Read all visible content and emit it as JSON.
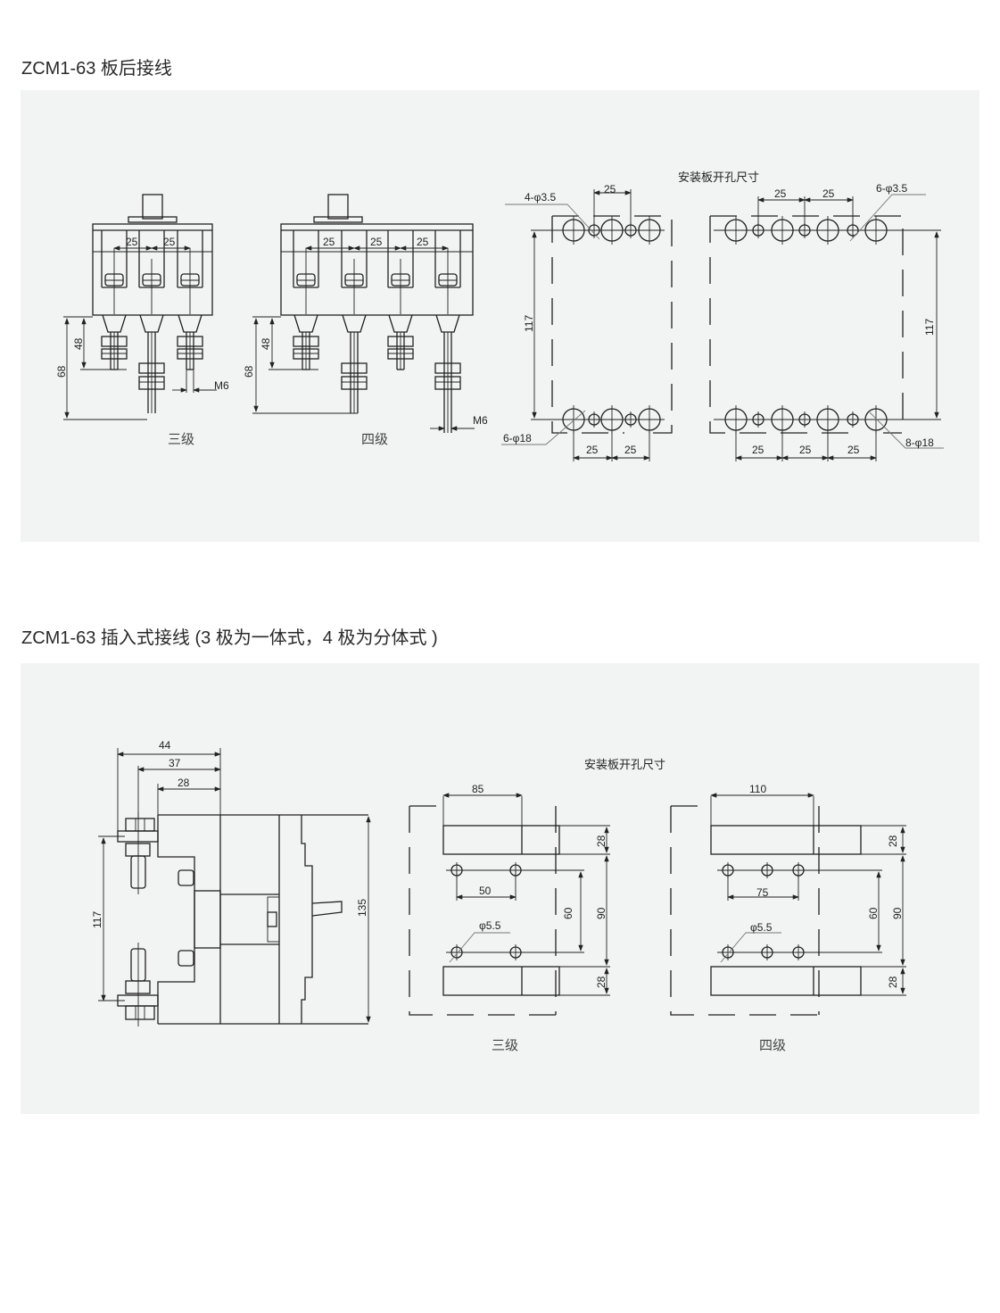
{
  "section1": {
    "title": "ZCM1-63 板后接线",
    "front3": {
      "dim_a": "25",
      "dim_b": "25",
      "dim_48": "48",
      "dim_68": "68",
      "thread": "M6",
      "caption": "三级"
    },
    "front4": {
      "dim_a": "25",
      "dim_b": "25",
      "dim_c": "25",
      "dim_48": "48",
      "dim_68": "68",
      "thread": "M6",
      "caption": "四级"
    },
    "cutout_title": "安装板开孔尺寸",
    "cut3": {
      "top_pitch": "25",
      "small_holes": "4-φ3.5",
      "height": "117",
      "large_holes": "6-φ18",
      "bottom_a": "25",
      "bottom_b": "25"
    },
    "cut4": {
      "top_a": "25",
      "top_b": "25",
      "small_holes": "6-φ3.5",
      "height": "117",
      "bottom_a": "25",
      "bottom_b": "25",
      "bottom_c": "25",
      "large_holes": "8-φ18"
    }
  },
  "section2": {
    "title": "ZCM1-63 插入式接线 (3 极为一体式，4 极为分体式 )",
    "side": {
      "dim_44": "44",
      "dim_37": "37",
      "dim_28": "28",
      "dim_117": "117",
      "dim_135": "135"
    },
    "cutout_title": "安装板开孔尺寸",
    "cut3": {
      "width": "85",
      "top_28": "28",
      "pitch": "50",
      "dim_60": "60",
      "dim_90": "90",
      "hole": "φ5.5",
      "bottom_28": "28",
      "caption": "三级"
    },
    "cut4": {
      "width": "110",
      "top_28": "28",
      "pitch": "75",
      "dim_60": "60",
      "dim_90": "90",
      "hole": "φ5.5",
      "bottom_28": "28",
      "caption": "四级"
    }
  },
  "colors": {
    "panel_bg": "#f2f3f3",
    "line": "#222222"
  }
}
